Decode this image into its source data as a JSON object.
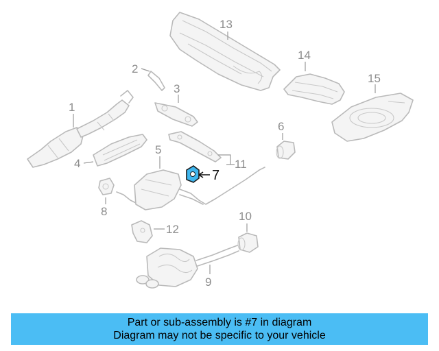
{
  "diagram": {
    "callouts": [
      "1",
      "2",
      "3",
      "4",
      "5",
      "6",
      "7",
      "8",
      "9",
      "10",
      "11",
      "12",
      "13",
      "14",
      "15"
    ],
    "highlighted_part": "7",
    "highlight_color": "#3fb6ee"
  },
  "banner": {
    "line1": "Part or sub-assembly is #7 in diagram",
    "line2": "Diagram may not be specific to your vehicle",
    "background": "#4bbdf4"
  }
}
